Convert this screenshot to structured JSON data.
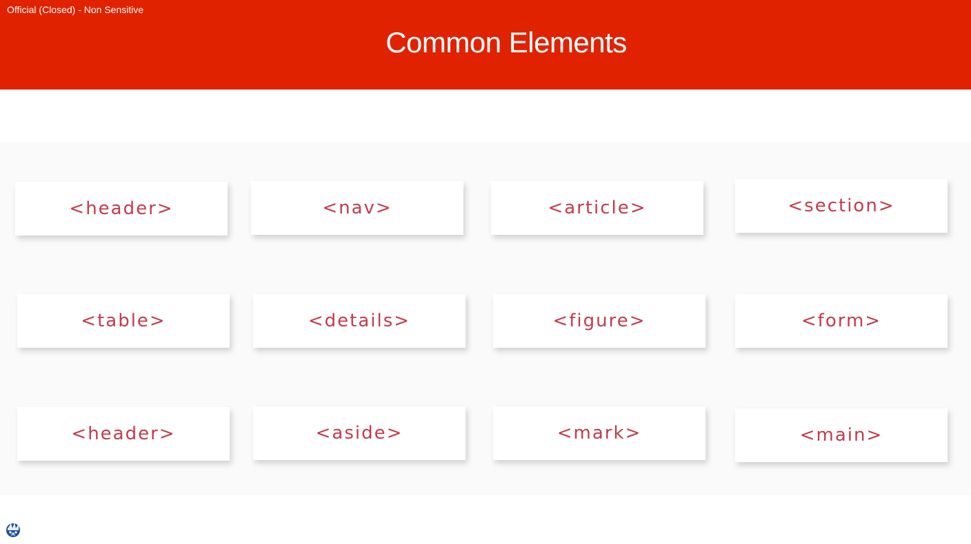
{
  "header": {
    "classification": "Official (Closed) - Non Sensitive",
    "title": "Common Elements"
  },
  "elements": [
    "<header>",
    "<nav>",
    "<article>",
    "<section>",
    "<table>",
    "<details>",
    "<figure>",
    "<form>",
    "<header>",
    "<aside>",
    "<mark>",
    "<main>"
  ],
  "colors": {
    "banner": "#e02200",
    "tag_text": "#c43a4c",
    "panel": "#fafafa"
  },
  "logo_icon": "institution-logo-icon"
}
